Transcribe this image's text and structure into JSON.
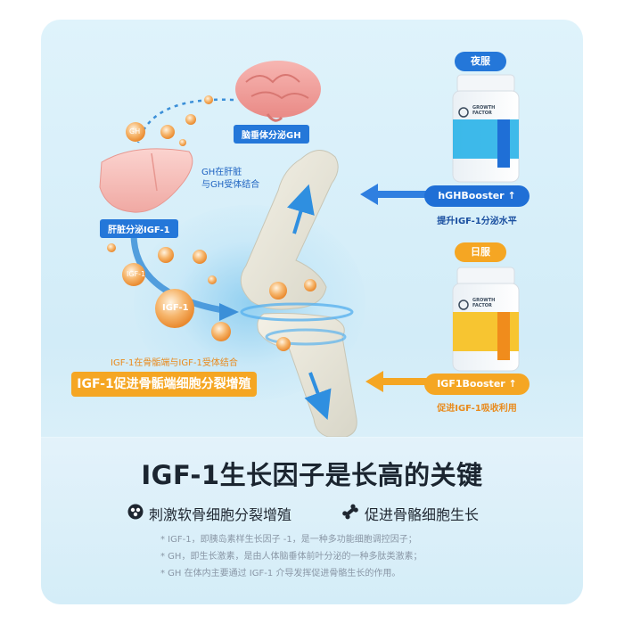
{
  "diagram": {
    "brain_label": "脑垂体分泌GH",
    "gh_liver_label_line1": "GH在肝脏",
    "gh_liver_label_line2": "与GH受体结合",
    "liver_label": "肝脏分泌IGF-1",
    "bubble_gh": "GH",
    "bubble_igf": "IGF-1",
    "igf_receptor_label": "IGF-1在骨骺端与IGF-1受体结合",
    "igf_promote_label": "IGF-1促进骨骺端细胞分裂增殖"
  },
  "products": {
    "night": {
      "badge": "夜服",
      "booster": "hGHBooster",
      "caption": "提升IGF-1分泌水平",
      "bottle_text": "GROWTH FACTOR",
      "color": "#2477d9"
    },
    "day": {
      "badge": "日服",
      "booster": "IGF1Booster",
      "caption": "促进IGF-1吸收利用",
      "bottle_text": "GROWTH FACTOR",
      "color": "#f5a623"
    }
  },
  "headline": "IGF-1生长因子是长高的关键",
  "benefits": [
    {
      "icon": "cells-icon",
      "label": "刺激软骨细胞分裂增殖"
    },
    {
      "icon": "bone-icon",
      "label": "促进骨骼细胞生长"
    }
  ],
  "notes": [
    "* IGF-1，即胰岛素样生长因子 -1，是一种多功能细胞调控因子；",
    "* GH，即生长激素，是由人体脑垂体前叶分泌的一种多肽类激素；",
    "* GH 在体内主要通过 IGF-1 介导发挥促进骨骼生长的作用。"
  ]
}
